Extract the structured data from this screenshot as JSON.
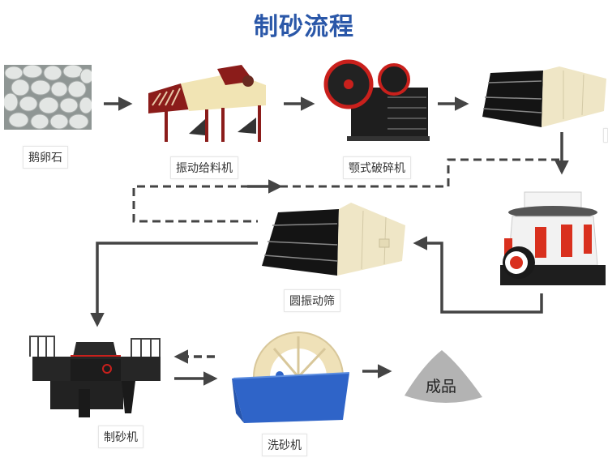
{
  "title": "制砂流程",
  "steps": [
    {
      "id": "pebble",
      "label": "鹅卵石"
    },
    {
      "id": "vibrating-feeder",
      "label": "振动给料机"
    },
    {
      "id": "jaw-crusher",
      "label": "颚式破碎机"
    },
    {
      "id": "vibrating-screen-1",
      "label": ""
    },
    {
      "id": "cone-crusher",
      "label": ""
    },
    {
      "id": "circular-vibrating-screen",
      "label": "圆振动筛"
    },
    {
      "id": "sand-making-machine",
      "label": "制砂机"
    },
    {
      "id": "sand-washer",
      "label": "洗砂机"
    },
    {
      "id": "finished-product",
      "label": "成品"
    }
  ],
  "colors": {
    "title": "#2a57a8",
    "arrow": "#444444",
    "machine_black": "#1e1e1e",
    "machine_beige": "#efe6c6",
    "machine_red": "#c9201c",
    "washer_blue": "#2f64c8",
    "product_gray": "#b3b3b3"
  }
}
